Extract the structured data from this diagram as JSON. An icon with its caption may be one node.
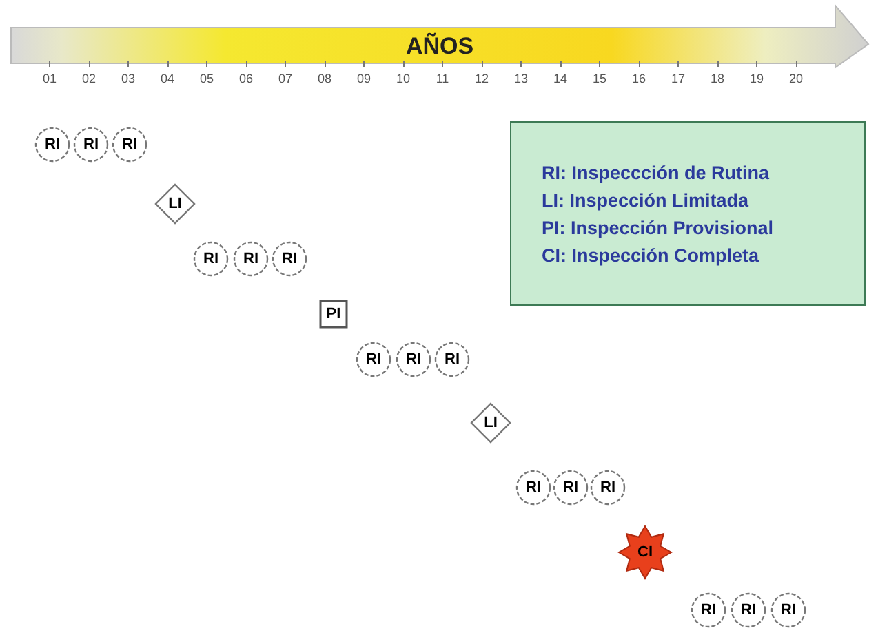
{
  "diagram": {
    "nodes": [
      {
        "text": [
          "AÑOS"
        ]
      },
      {
        "text": [
          "RI"
        ]
      },
      {
        "text": [
          "RI"
        ]
      },
      {
        "text": [
          "RI"
        ]
      },
      {
        "text": [
          "LI"
        ]
      },
      {
        "text": [
          "RI"
        ]
      },
      {
        "text": [
          "RI"
        ]
      },
      {
        "text": [
          "RI"
        ]
      },
      {
        "text": [
          "PI"
        ]
      },
      {
        "text": [
          "RI"
        ]
      },
      {
        "text": [
          "RI"
        ]
      },
      {
        "text": [
          "RI"
        ]
      },
      {
        "text": [
          "LI"
        ]
      },
      {
        "text": [
          "RI"
        ]
      },
      {
        "text": [
          "RI"
        ]
      },
      {
        "text": [
          "RI"
        ]
      },
      {
        "text": [
          "CI"
        ]
      },
      {
        "text": [
          "RI"
        ]
      },
      {
        "text": [
          "RI"
        ]
      },
      {
        "text": [
          "RI"
        ]
      },
      {
        "text": [
          "RI: Inspeccción de Rutina",
          "LI: Inspección Limitada",
          "PI: Inspección Provisional",
          "CI: Inspección Completa"
        ]
      }
    ],
    "edges": [],
    "labels": [
      "01",
      "02",
      "03",
      "04",
      "05",
      "06",
      "07",
      "08",
      "09",
      "10",
      "11",
      "12",
      "13",
      "14",
      "15",
      "16",
      "17",
      "18",
      "19",
      "20"
    ]
  }
}
